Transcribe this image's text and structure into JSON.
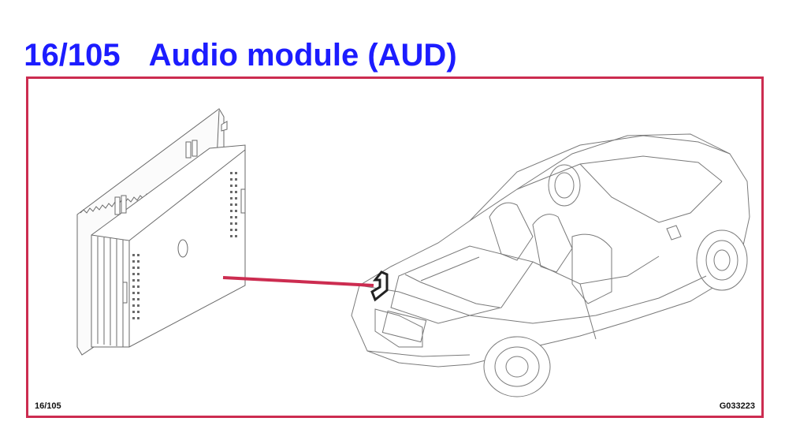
{
  "header": {
    "page_number": "16/105",
    "title": "Audio module (AUD)"
  },
  "figure": {
    "page_ref": "16/105",
    "figure_code": "G033223",
    "components": [
      "audio-module-illustration",
      "car-illustration",
      "callout-line",
      "module-location-marker"
    ]
  },
  "colors": {
    "title": "#1c1cff",
    "frame": "#cc2c50",
    "callout": "#cc2c50",
    "line_art": "#6a6a6a"
  }
}
